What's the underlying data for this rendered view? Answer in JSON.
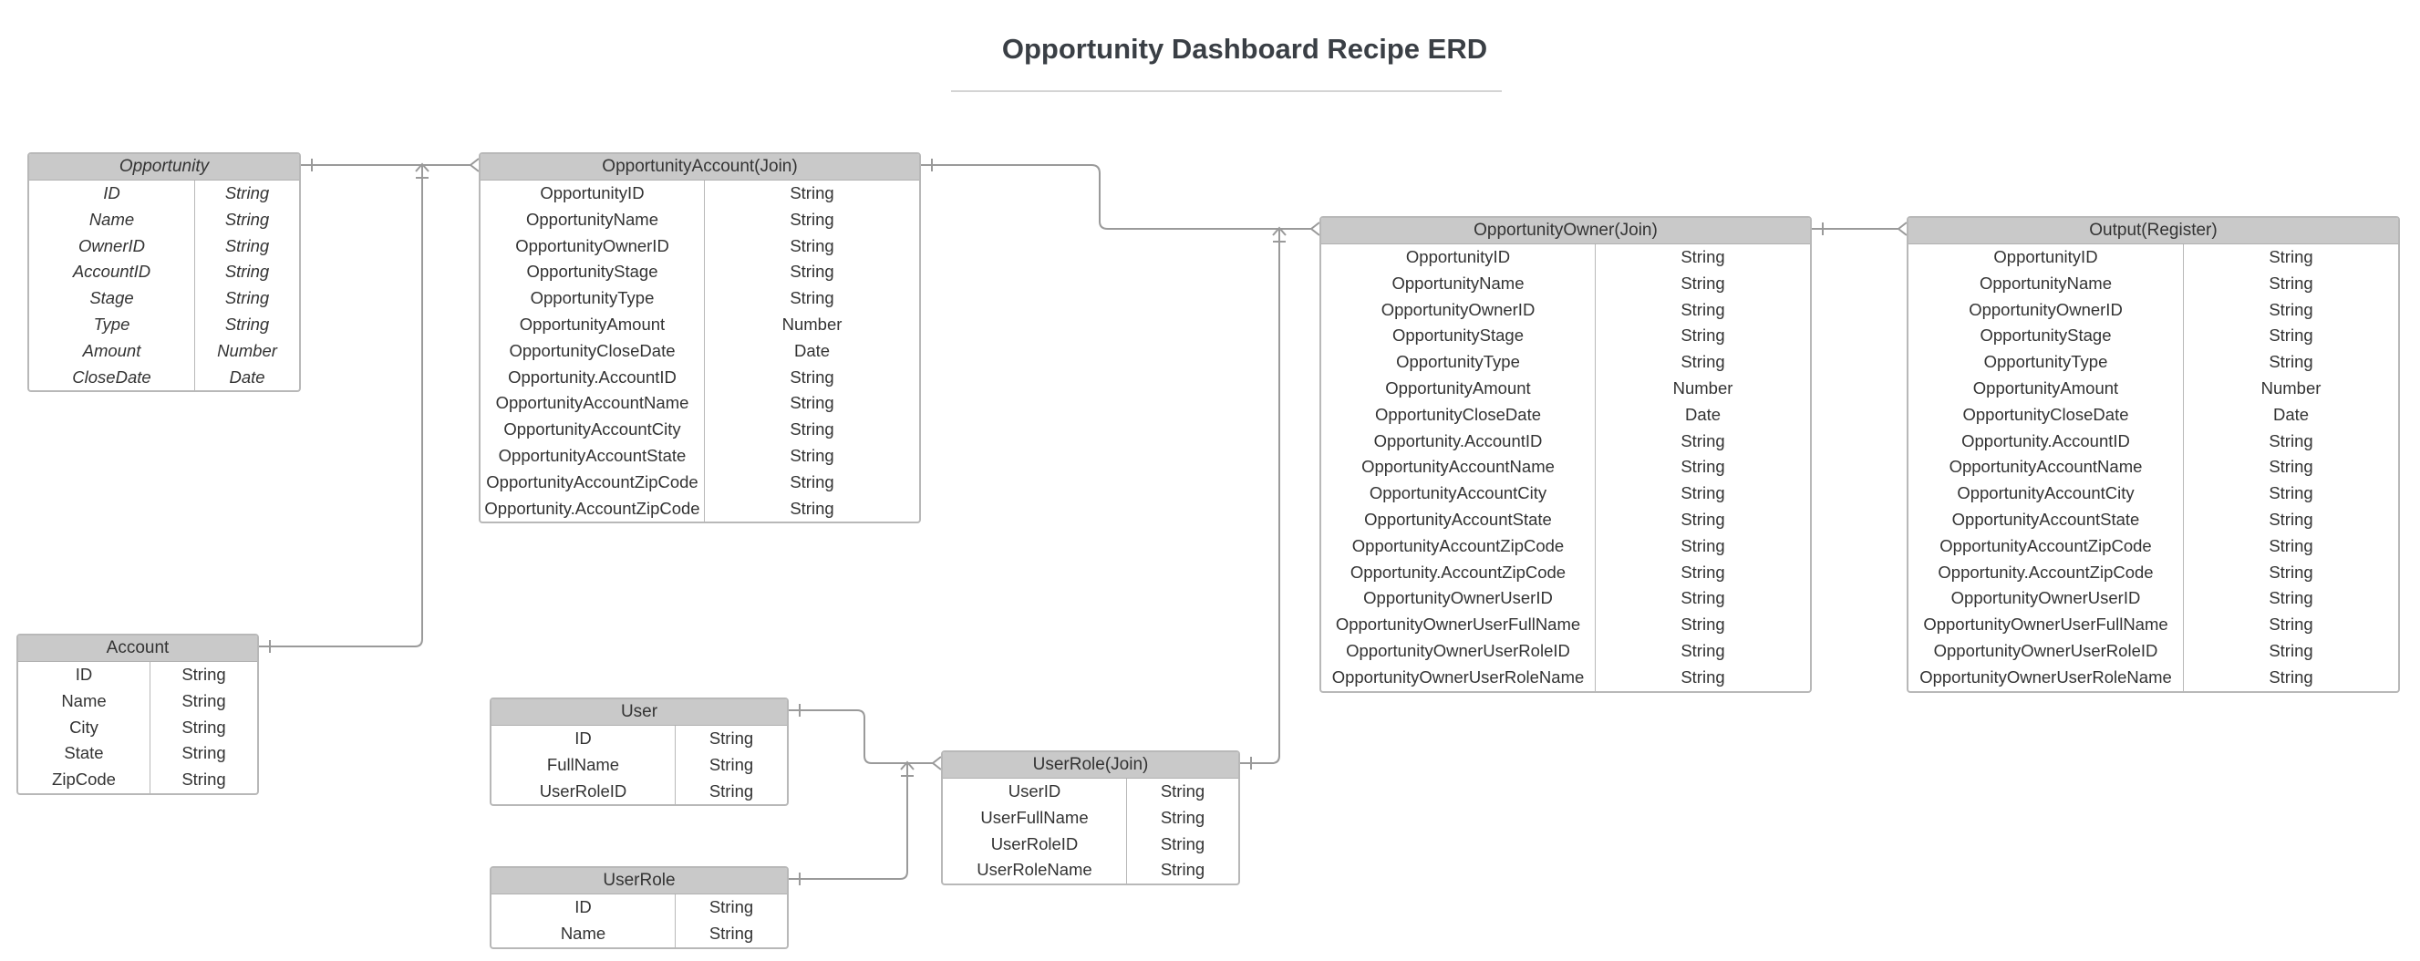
{
  "title": "Opportunity Dashboard Recipe ERD",
  "colors": {
    "header_fill": "#c9c9c9",
    "border": "#b8b8b8",
    "connector": "#9a9a9a",
    "title_text": "#3a3f45"
  },
  "entities": [
    {
      "name": "Opportunity",
      "italic": true,
      "fields": [
        [
          "ID",
          "String"
        ],
        [
          "Name",
          "String"
        ],
        [
          "OwnerID",
          "String"
        ],
        [
          "AccountID",
          "String"
        ],
        [
          "Stage",
          "String"
        ],
        [
          "Type",
          "String"
        ],
        [
          "Amount",
          "Number"
        ],
        [
          "CloseDate",
          "Date"
        ]
      ]
    },
    {
      "name": "OpportunityAccount(Join)",
      "fields": [
        [
          "OpportunityID",
          "String"
        ],
        [
          "OpportunityName",
          "String"
        ],
        [
          "OpportunityOwnerID",
          "String"
        ],
        [
          "OpportunityStage",
          "String"
        ],
        [
          "OpportunityType",
          "String"
        ],
        [
          "OpportunityAmount",
          "Number"
        ],
        [
          "OpportunityCloseDate",
          "Date"
        ],
        [
          "Opportunity.AccountID",
          "String"
        ],
        [
          "OpportunityAccountName",
          "String"
        ],
        [
          "OpportunityAccountCity",
          "String"
        ],
        [
          "OpportunityAccountState",
          "String"
        ],
        [
          "OpportunityAccountZipCode",
          "String"
        ],
        [
          "Opportunity.AccountZipCode",
          "String"
        ]
      ]
    },
    {
      "name": "OpportunityOwner(Join)",
      "fields": [
        [
          "OpportunityID",
          "String"
        ],
        [
          "OpportunityName",
          "String"
        ],
        [
          "OpportunityOwnerID",
          "String"
        ],
        [
          "OpportunityStage",
          "String"
        ],
        [
          "OpportunityType",
          "String"
        ],
        [
          "OpportunityAmount",
          "Number"
        ],
        [
          "OpportunityCloseDate",
          "Date"
        ],
        [
          "Opportunity.AccountID",
          "String"
        ],
        [
          "OpportunityAccountName",
          "String"
        ],
        [
          "OpportunityAccountCity",
          "String"
        ],
        [
          "OpportunityAccountState",
          "String"
        ],
        [
          "OpportunityAccountZipCode",
          "String"
        ],
        [
          "Opportunity.AccountZipCode",
          "String"
        ],
        [
          "OpportunityOwnerUserID",
          "String"
        ],
        [
          "OpportunityOwnerUserFullName",
          "String"
        ],
        [
          "OpportunityOwnerUserRoleID",
          "String"
        ],
        [
          "OpportunityOwnerUserRoleName",
          "String"
        ]
      ]
    },
    {
      "name": "Output(Register)",
      "fields": [
        [
          "OpportunityID",
          "String"
        ],
        [
          "OpportunityName",
          "String"
        ],
        [
          "OpportunityOwnerID",
          "String"
        ],
        [
          "OpportunityStage",
          "String"
        ],
        [
          "OpportunityType",
          "String"
        ],
        [
          "OpportunityAmount",
          "Number"
        ],
        [
          "OpportunityCloseDate",
          "Date"
        ],
        [
          "Opportunity.AccountID",
          "String"
        ],
        [
          "OpportunityAccountName",
          "String"
        ],
        [
          "OpportunityAccountCity",
          "String"
        ],
        [
          "OpportunityAccountState",
          "String"
        ],
        [
          "OpportunityAccountZipCode",
          "String"
        ],
        [
          "Opportunity.AccountZipCode",
          "String"
        ],
        [
          "OpportunityOwnerUserID",
          "String"
        ],
        [
          "OpportunityOwnerUserFullName",
          "String"
        ],
        [
          "OpportunityOwnerUserRoleID",
          "String"
        ],
        [
          "OpportunityOwnerUserRoleName",
          "String"
        ]
      ]
    },
    {
      "name": "Account",
      "fields": [
        [
          "ID",
          "String"
        ],
        [
          "Name",
          "String"
        ],
        [
          "City",
          "String"
        ],
        [
          "State",
          "String"
        ],
        [
          "ZipCode",
          "String"
        ]
      ]
    },
    {
      "name": "User",
      "fields": [
        [
          "ID",
          "String"
        ],
        [
          "FullName",
          "String"
        ],
        [
          "UserRoleID",
          "String"
        ]
      ]
    },
    {
      "name": "UserRole",
      "fields": [
        [
          "ID",
          "String"
        ],
        [
          "Name",
          "String"
        ]
      ]
    },
    {
      "name": "UserRole(Join)",
      "fields": [
        [
          "UserID",
          "String"
        ],
        [
          "UserFullName",
          "String"
        ],
        [
          "UserRoleID",
          "String"
        ],
        [
          "UserRoleName",
          "String"
        ]
      ]
    }
  ],
  "relationships": [
    {
      "from": "Opportunity",
      "to": "OpportunityAccount(Join)"
    },
    {
      "from": "Account",
      "to": "OpportunityAccount(Join)"
    },
    {
      "from": "OpportunityAccount(Join)",
      "to": "OpportunityOwner(Join)"
    },
    {
      "from": "UserRole(Join)",
      "to": "OpportunityOwner(Join)"
    },
    {
      "from": "User",
      "to": "UserRole(Join)"
    },
    {
      "from": "UserRole",
      "to": "UserRole(Join)"
    },
    {
      "from": "OpportunityOwner(Join)",
      "to": "Output(Register)"
    }
  ]
}
